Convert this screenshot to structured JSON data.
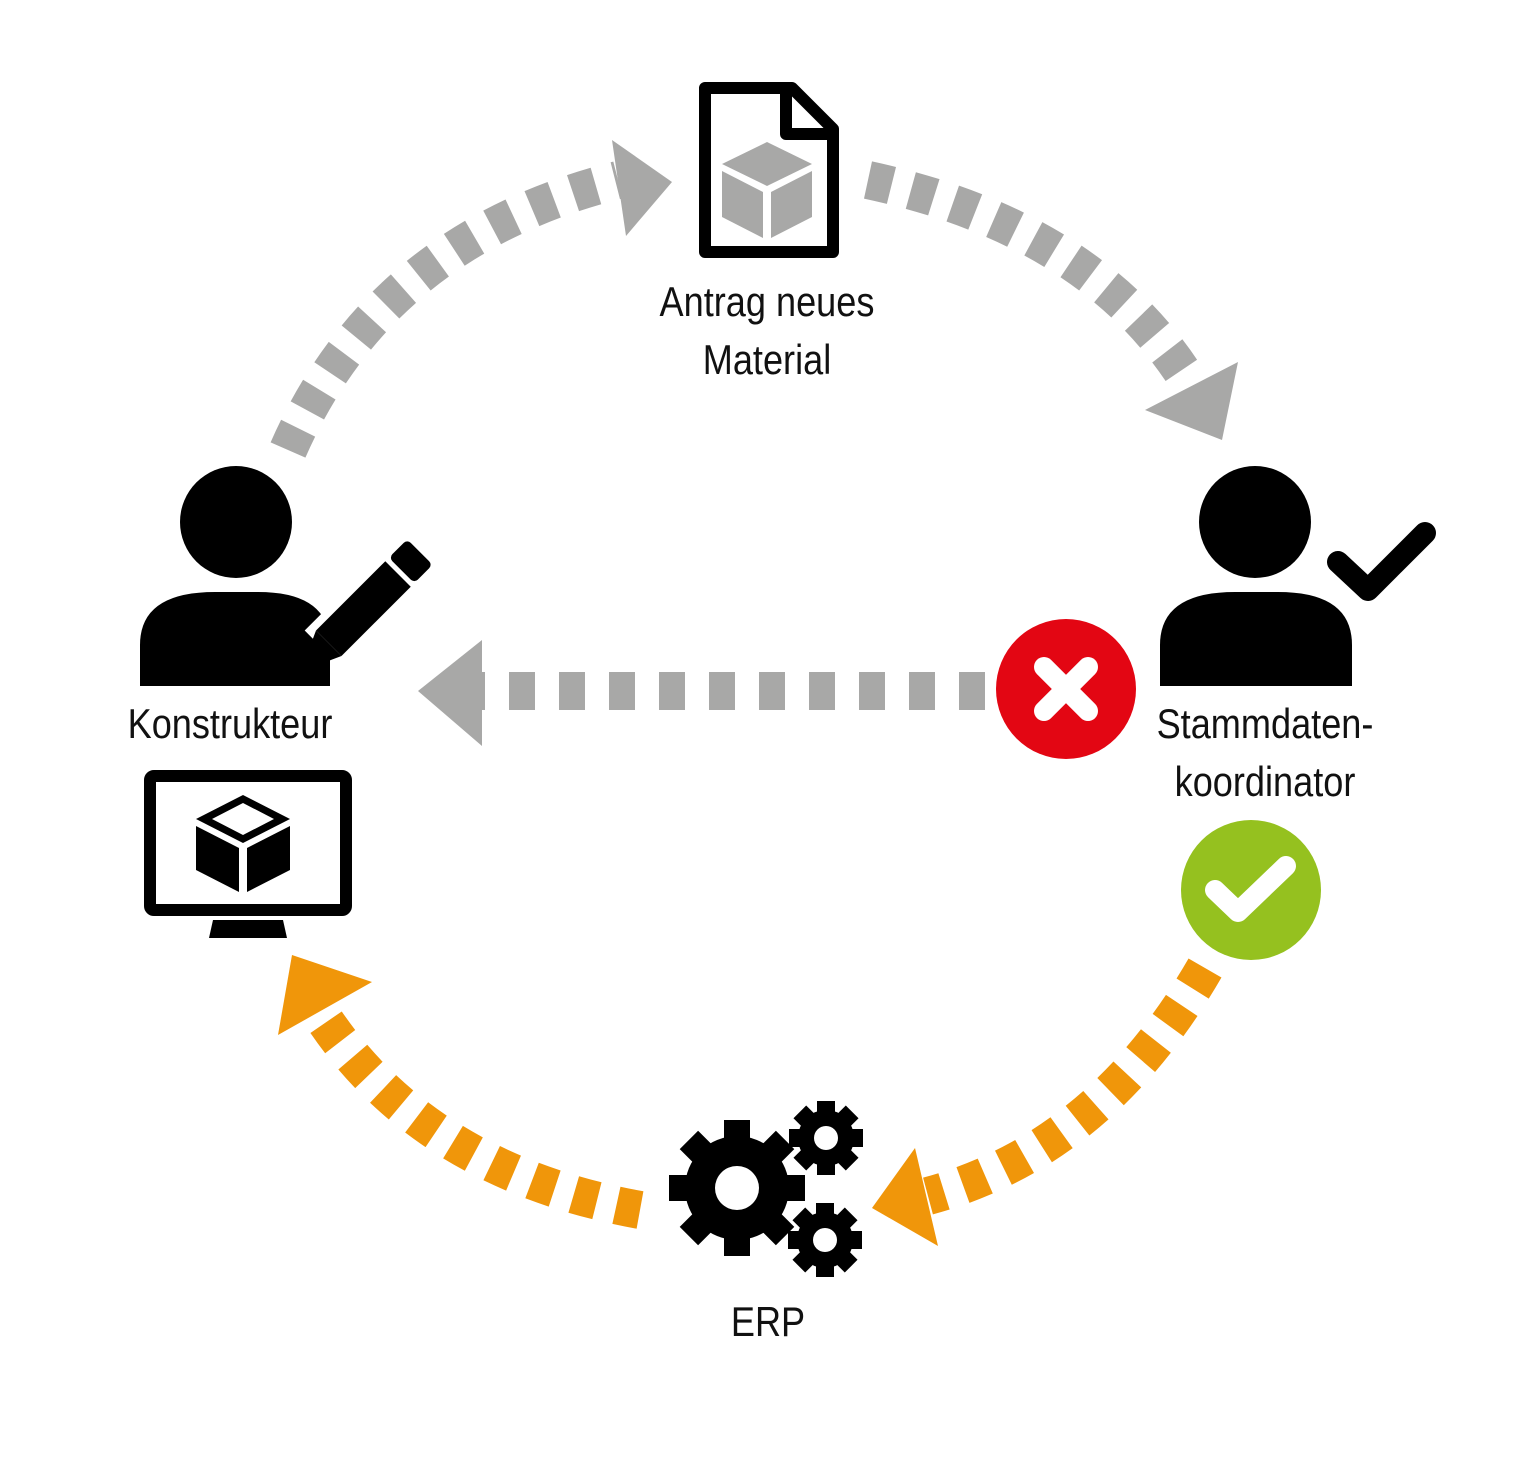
{
  "nodes": {
    "antrag": {
      "line1": "Antrag neues",
      "line2": "Material"
    },
    "konstrukteur": {
      "label": "Konstrukteur"
    },
    "stammdaten": {
      "line1": "Stammdaten-",
      "line2": "koordinator"
    },
    "erp": {
      "label": "ERP"
    }
  },
  "colors": {
    "gray_flow": "#a8a8a7",
    "orange_flow": "#f0960a",
    "reject": "#e30613",
    "approve": "#95c11f",
    "icon": "#000000",
    "icon_fill": "#a8a8a7"
  },
  "icons": {
    "document": "document-with-box-icon",
    "designer": "person-with-pencil-icon",
    "coordinator": "person-with-check-icon",
    "reject": "x-circle-icon",
    "approve": "check-circle-icon",
    "erp": "gears-icon",
    "monitor": "monitor-with-box-icon"
  }
}
